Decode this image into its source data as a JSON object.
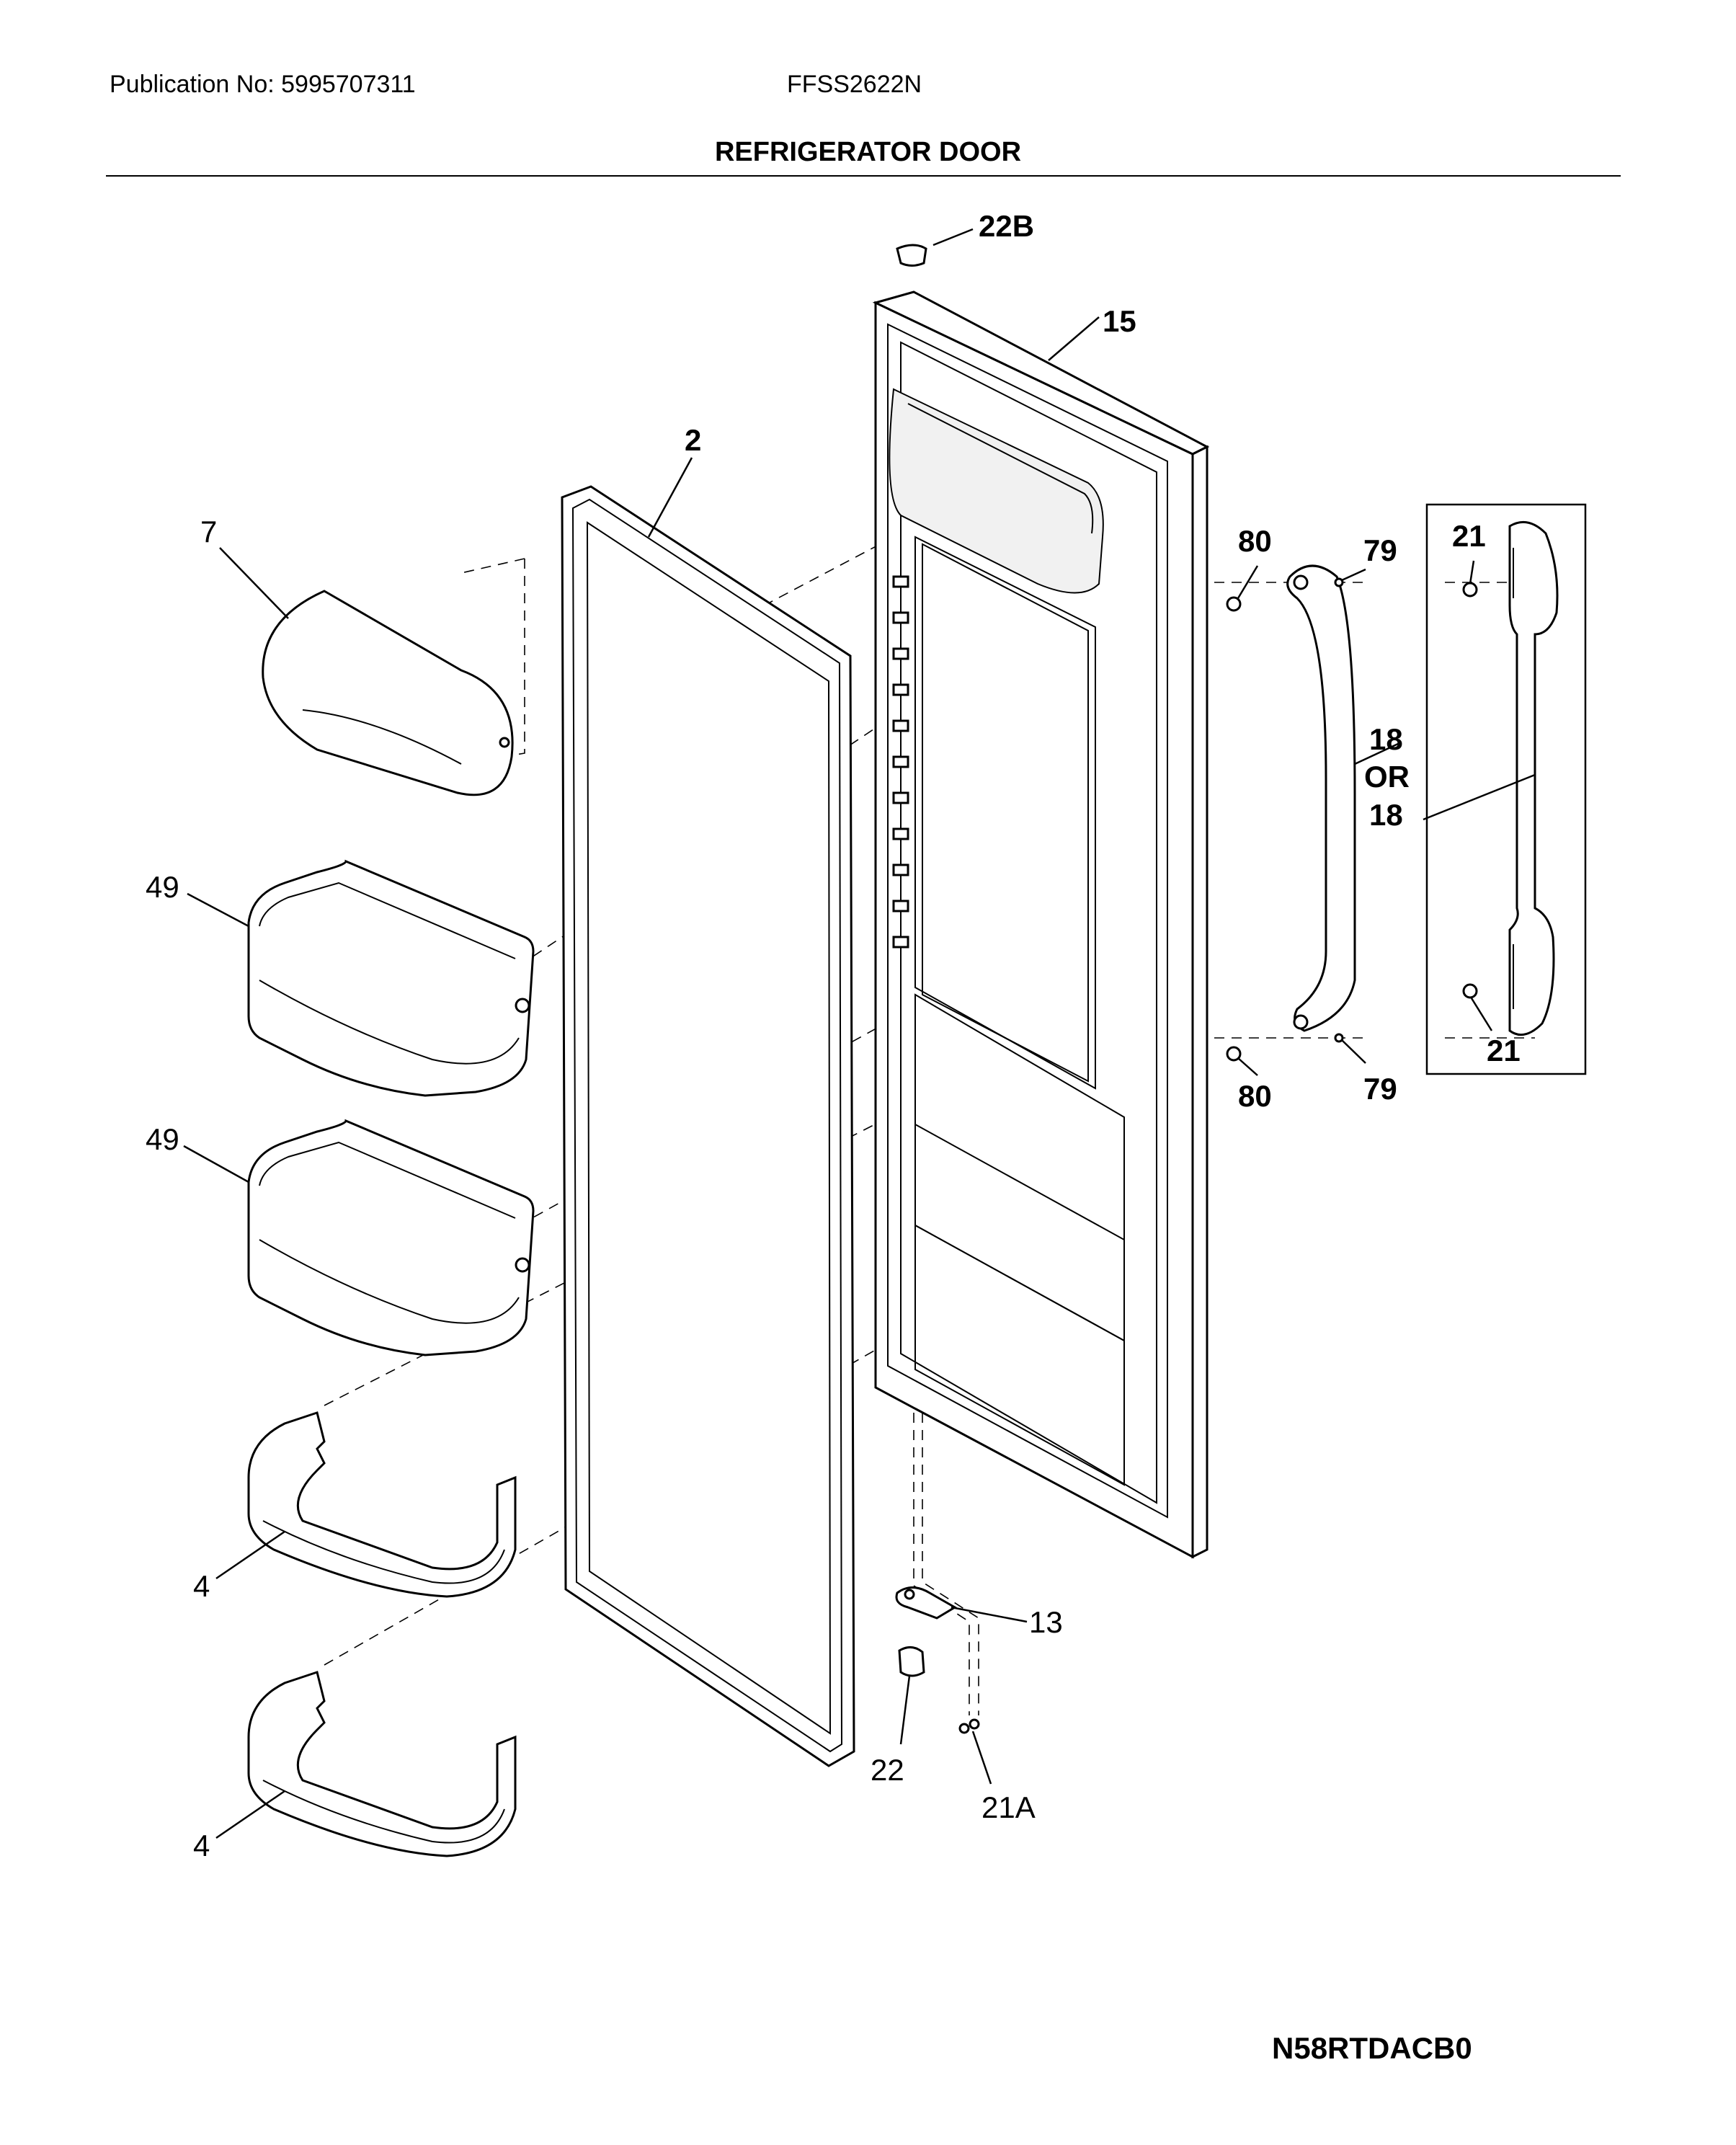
{
  "header": {
    "publication": "Publication No: 5995707311",
    "model": "FFSS2622N",
    "title": "REFRIGERATOR DOOR"
  },
  "diagram_code": "N58RTDACB0",
  "callouts": {
    "hinge_pin_top": "22B",
    "door": "15",
    "gasket": "2",
    "dairy_cover": "7",
    "bin_upper": "49",
    "bin_middle": "49",
    "shelf_upper": "4",
    "shelf_lower": "4",
    "screw_top_left": "80",
    "plug_top": "79",
    "screw_bottom_left": "80",
    "plug_bottom": "79",
    "handle_a": "18",
    "handle_or": "OR",
    "handle_b": "18",
    "screw_alt_top": "21",
    "screw_alt_bottom": "21",
    "hinge_bracket": "13",
    "hinge_pin_bottom": "22",
    "screws_bottom": "21A"
  }
}
